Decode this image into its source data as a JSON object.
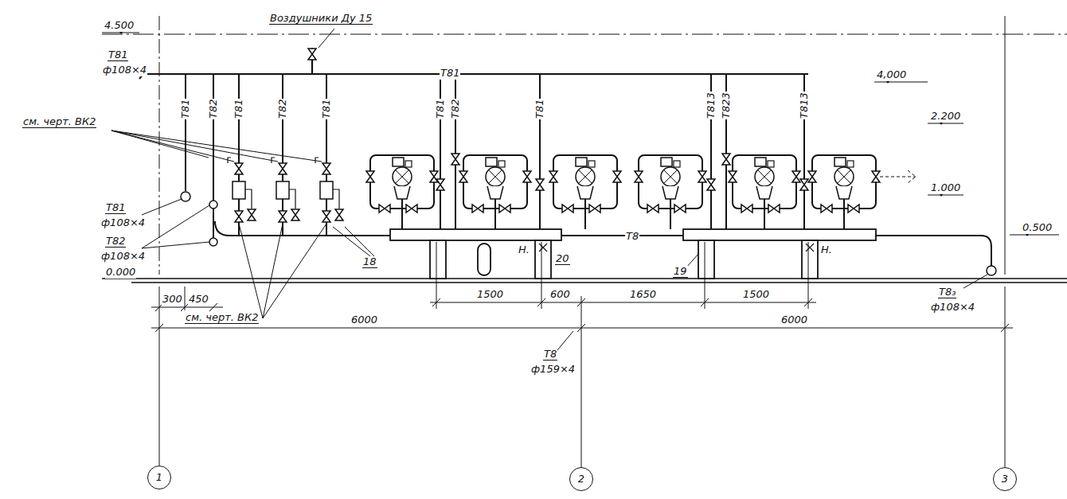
{
  "diagram": {
    "nodes": [
      {
        "text": [
          "1"
        ]
      },
      {
        "text": [
          "2"
        ]
      },
      {
        "text": [
          "3"
        ]
      }
    ],
    "labels": [
      "4.500",
      "Воздушники Ду 15",
      "Т81",
      "Т81",
      "ф108×4",
      "4,000",
      "см. черт. ВК2",
      "Т81",
      "Т82",
      "Т81",
      "Т82",
      "Т81",
      "Т81",
      "Т82",
      "Т81",
      "Т813",
      "Т823",
      "Т813",
      "2.200",
      "1.000",
      "Т81",
      "ф108×4",
      "Т82",
      "ф108×4",
      "0.500",
      "0.000",
      "Н.",
      "20",
      "Н.",
      "18",
      "19",
      "Т8",
      "Т8₃",
      "ф108×4",
      "300",
      "450",
      "см. черт. ВК2",
      "1500",
      "600",
      "1650",
      "1500",
      "6000",
      "6000",
      "Т8",
      "ф159×4"
    ]
  }
}
